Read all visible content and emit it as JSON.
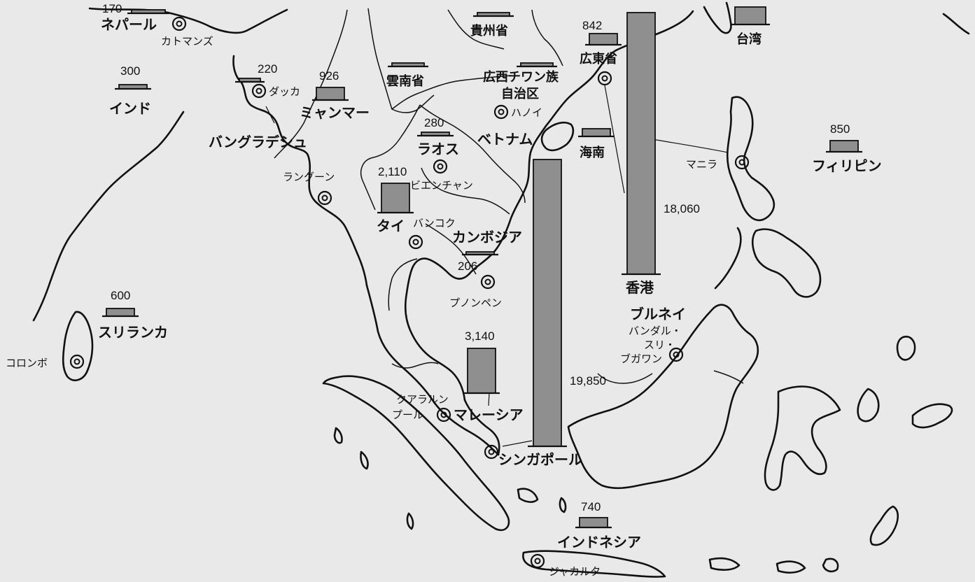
{
  "countries": {
    "nepal": "ネパール",
    "india": "インド",
    "bangladesh": "バングラデシュ",
    "myanmar": "ミャンマー",
    "yunnan": "雲南省",
    "guizhou": "貴州省",
    "guangxi_1": "広西チワン族",
    "guangxi_2": "自治区",
    "guangdong": "広東省",
    "taiwan": "台湾",
    "laos": "ラオス",
    "vietnam": "ベトナム",
    "hainan": "海南",
    "thailand": "タイ",
    "cambodia": "カンボジア",
    "hongkong": "香港",
    "philippines": "フィリピン",
    "srilanka": "スリランカ",
    "brunei": "ブルネイ",
    "malaysia": "マレーシア",
    "singapore": "シンガポール",
    "indonesia": "インドネシア"
  },
  "cities": {
    "kathmandu": "カトマンズ",
    "dhaka": "ダッカ",
    "rangoon": "ラングーン",
    "hanoi": "ハノイ",
    "vientiane": "ビエンチャン",
    "bangkok": "バンコク",
    "phnompenh": "プノンペン",
    "manila": "マニラ",
    "colombo": "コロンボ",
    "bandar_1": "バンダル・",
    "bandar_2": "スリ・",
    "bandar_3": "ブガワン",
    "kl_1": "クアラルン",
    "kl_2": "プール",
    "jakarta": "ジャカルタ"
  },
  "values": {
    "nepal": "170",
    "india": "300",
    "bangladesh": "220",
    "myanmar": "926",
    "guangdong": "842",
    "laos": "280",
    "thailand": "2,110",
    "cambodia": "206",
    "hongkong": "18,060",
    "philippines": "850",
    "srilanka": "600",
    "malaysia": "3,140",
    "singapore": "19,850",
    "indonesia": "740"
  },
  "colors": {
    "background": "#e9e9e9",
    "ink": "#111111",
    "bar_fill": "#8f8f8f"
  },
  "icons": {
    "capital": "double-circle-capital-icon"
  }
}
